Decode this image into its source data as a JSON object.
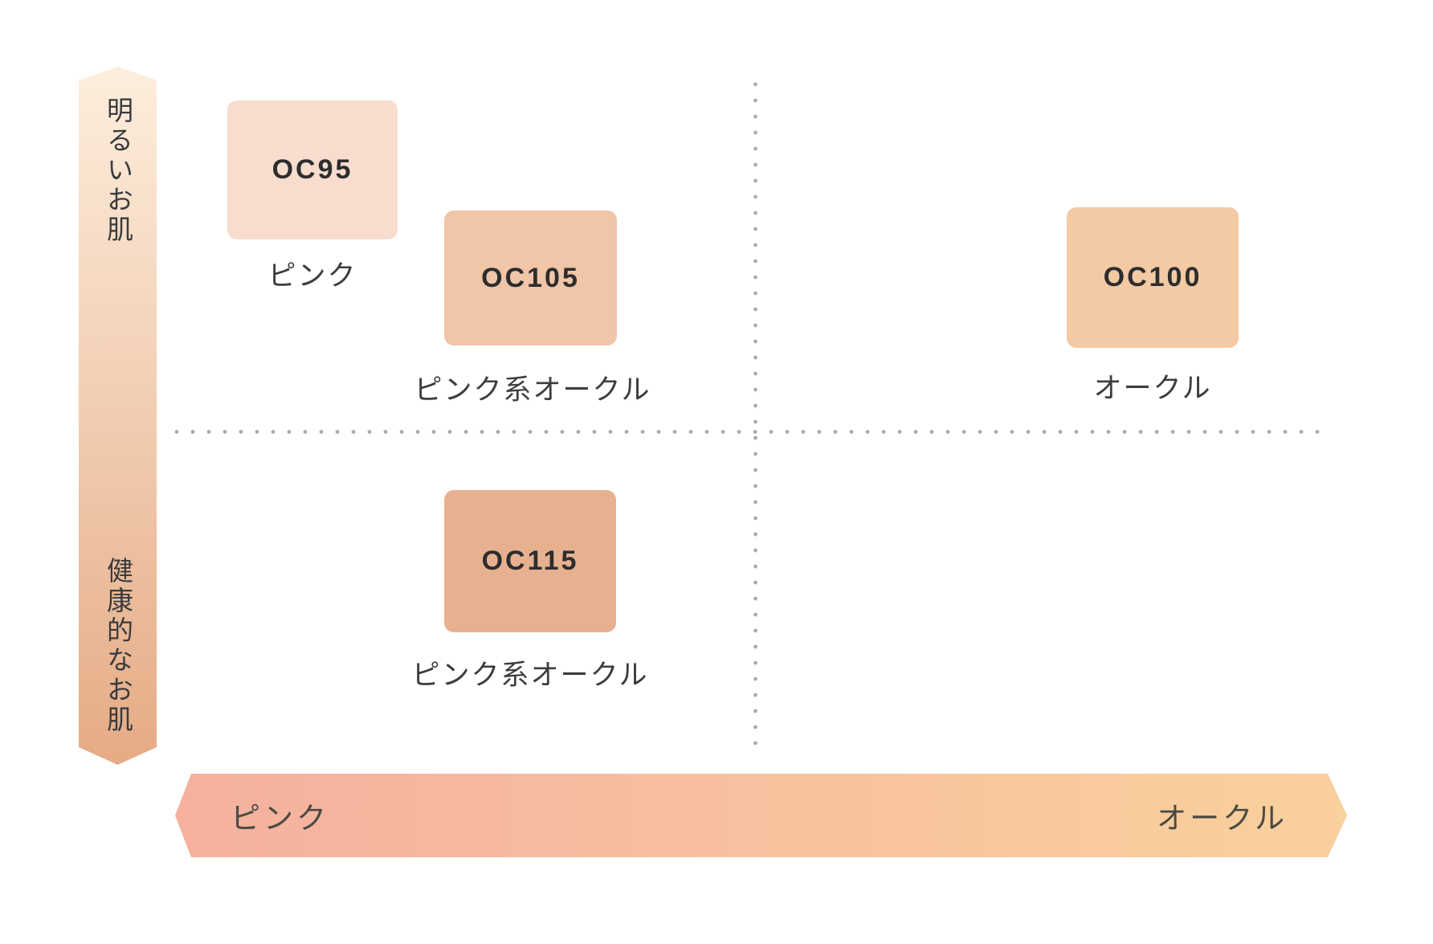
{
  "vertical_axis": {
    "top_label": "明るいお肌",
    "bottom_label": "健康的なお肌",
    "gradient_top": "#fdeedd",
    "gradient_bottom": "#e5ab85"
  },
  "horizontal_axis": {
    "left_label": "ピンク",
    "right_label": "オークル",
    "gradient_left": "#f5b09e",
    "gradient_right": "#f9d19d"
  },
  "divider_dot_color": "#acacac",
  "swatches": [
    {
      "code": "OC95",
      "category": "ピンク",
      "color": "#f8dccd"
    },
    {
      "code": "OC105",
      "category": "ピンク系オークル",
      "color": "#f0c5a8"
    },
    {
      "code": "OC100",
      "category": "オークル",
      "color": "#f3caa4"
    },
    {
      "code": "OC115",
      "category": "ピンク系オークル",
      "color": "#e7b190"
    }
  ],
  "chart_data": {
    "type": "scatter",
    "xlabel_left": "ピンク",
    "xlabel_right": "オークル",
    "ylabel_top": "明るいお肌",
    "ylabel_bottom": "健康的なお肌",
    "grid": "dotted quadrant dividers",
    "legend": "none",
    "points": [
      {
        "label": "OC95",
        "category": "ピンク",
        "x": 0.12,
        "y": 0.85,
        "shade_hex": "#f8dccd"
      },
      {
        "label": "OC105",
        "category": "ピンク系オークル",
        "x": 0.3,
        "y": 0.7,
        "shade_hex": "#f0c5a8"
      },
      {
        "label": "OC100",
        "category": "オークル",
        "x": 0.83,
        "y": 0.7,
        "shade_hex": "#f3caa4"
      },
      {
        "label": "OC115",
        "category": "ピンク系オークル",
        "x": 0.3,
        "y": 0.29,
        "shade_hex": "#e7b190"
      }
    ]
  }
}
